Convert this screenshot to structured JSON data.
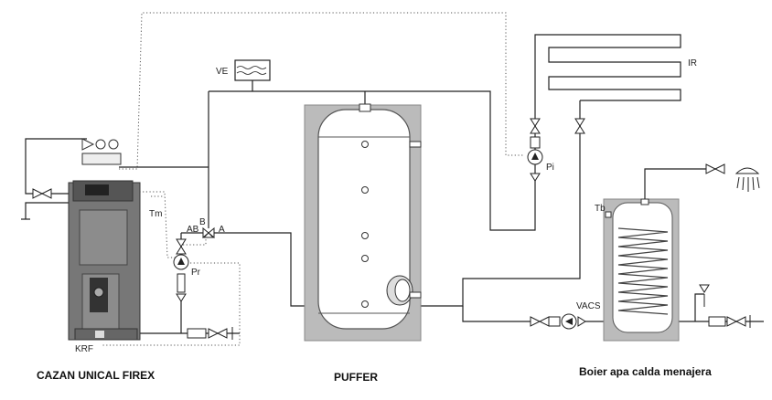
{
  "labels": {
    "ve": "VE",
    "ir": "IR",
    "tm": "Tm",
    "ab": "AB",
    "b": "B",
    "a": "A",
    "pr": "Pr",
    "krf": "KRF",
    "pi": "Pi",
    "tb": "Tb",
    "vacs": "VACS"
  },
  "captions": {
    "boiler": "CAZAN UNICAL FIREX",
    "puffer": "PUFFER",
    "dhw": "Boier apa calda menajera"
  }
}
